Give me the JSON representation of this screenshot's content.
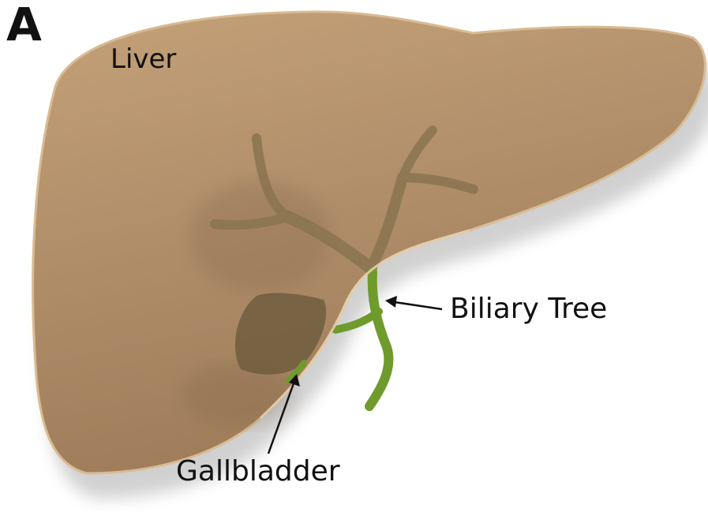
{
  "figure": {
    "panel_letter": "A",
    "labels": {
      "liver": "Liver",
      "biliary_tree": "Biliary Tree",
      "gallbladder": "Gallbladder"
    }
  },
  "colors": {
    "liver": "#b08e6a",
    "liver_shadow": "#7c6246",
    "biliary": "#6f9a2c",
    "gallbladder": "#6b5a3c",
    "arrow": "#111111"
  }
}
